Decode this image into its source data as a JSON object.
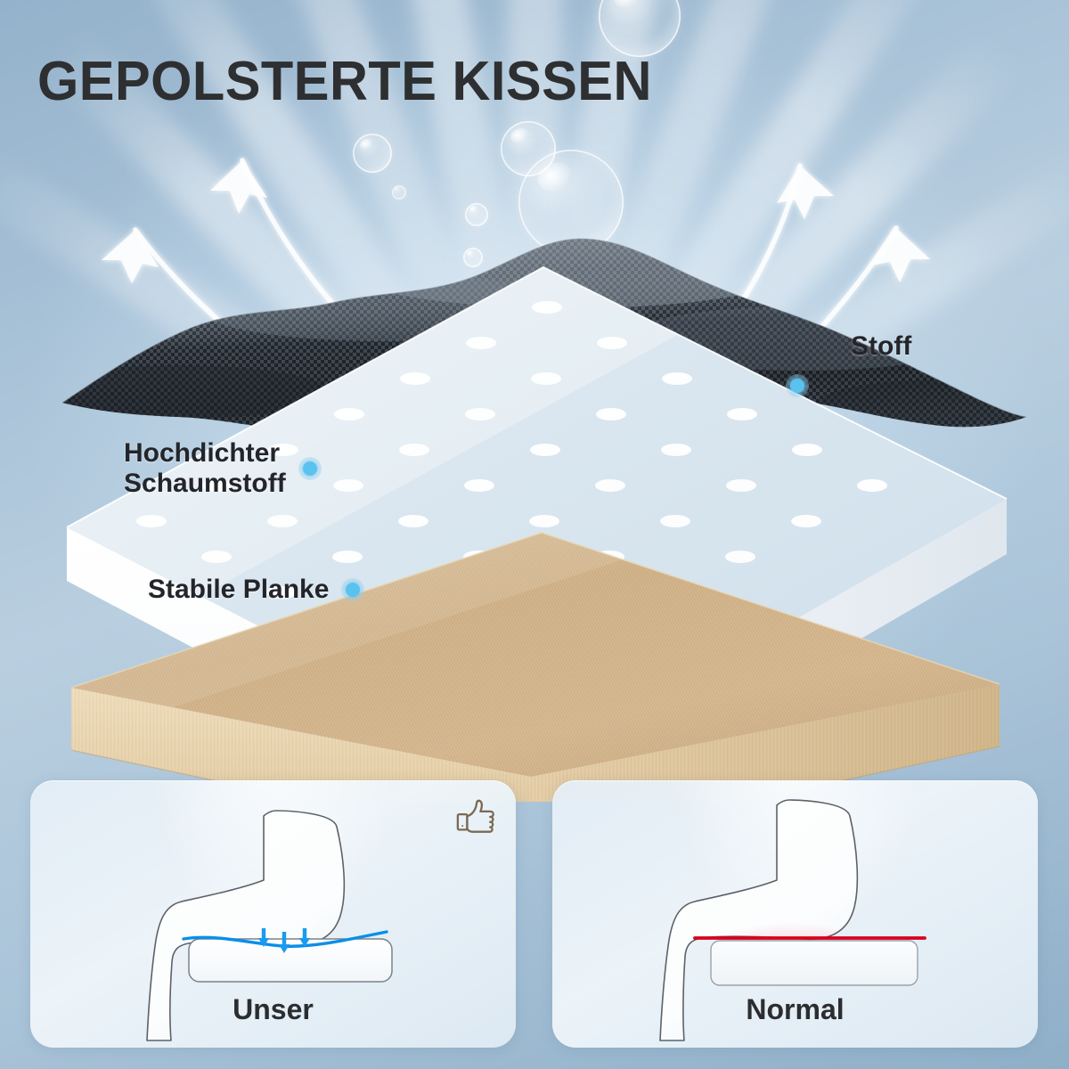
{
  "page": {
    "title": "GEPOLSTERTE KISSEN",
    "background_color": "#a6c0d6",
    "accent_color": "#5ac2ef"
  },
  "callouts": [
    {
      "id": "stoff",
      "label": "Stoff",
      "marker": "blue-dot",
      "marker_color": "#5ac2ef"
    },
    {
      "id": "schaum",
      "label": "Hochdichter\nSchaumstoff",
      "marker": "blue-dot",
      "marker_color": "#5ac2ef"
    },
    {
      "id": "planke",
      "label": "Stabile Planke",
      "marker": "blue-dot",
      "marker_color": "#5ac2ef"
    }
  ],
  "layers": [
    {
      "name": "fabric-layer",
      "material": "Stoff",
      "color": "#3c434c"
    },
    {
      "name": "foam-layer",
      "material": "Hochdichter Schaumstoff",
      "color": "#ffffff"
    },
    {
      "name": "board-layer",
      "material": "Stabile Planke",
      "color": "#d4b488"
    }
  ],
  "comparison": {
    "cards": [
      {
        "id": "unser",
        "label": "Unser",
        "verdict_icon": "thumbs-up-icon",
        "accent_color": "#0a8fe8",
        "note": "contoured cushion with pressure-distributing arrows"
      },
      {
        "id": "normal",
        "label": "Normal",
        "verdict_icon": "thumbs-down-icon",
        "accent_color": "#d8001c",
        "note": "flat hard cushion with pressure point glow"
      }
    ]
  }
}
